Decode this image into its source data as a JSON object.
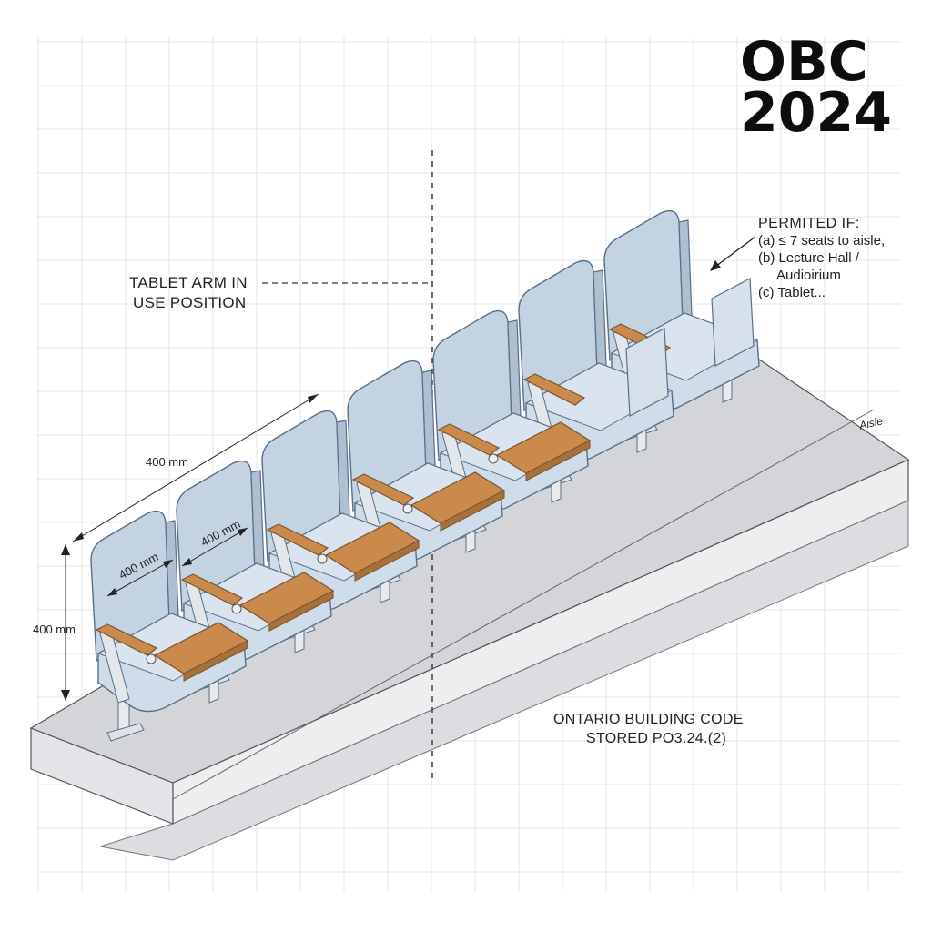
{
  "badge": {
    "line1": "OBC",
    "line2": "2024"
  },
  "callout_tablet": {
    "line1": "TABLET ARM IN",
    "line2": "USE POSITION"
  },
  "conditions": {
    "heading": "PERMITED IF:",
    "items": [
      "(a) ≤ 7 seats to aisle,",
      "(b) Lecture Hall /",
      "Audioirium",
      "(c) Tablet..."
    ]
  },
  "aisle_label": "Aisle",
  "code_reference": {
    "line1": "ONTARIO BUILDING CODE",
    "line2": "STORED PO3.24.(2)"
  },
  "dimensions": {
    "row_length": "400 mm",
    "height": "400 mm",
    "seat_width": "400 mm",
    "seat_depth": "400 mm"
  },
  "seat_row": {
    "seat_count": 7,
    "tablets_deployed": 5
  },
  "colors": {
    "seat_fill": "#c3d3e2",
    "seat_edge": "#5a6f86",
    "tablet_wood": "#c98a4b",
    "platform_top": "#d4d5d8",
    "platform_side": "#e4e5e8",
    "grid": "#e6e6e6"
  }
}
